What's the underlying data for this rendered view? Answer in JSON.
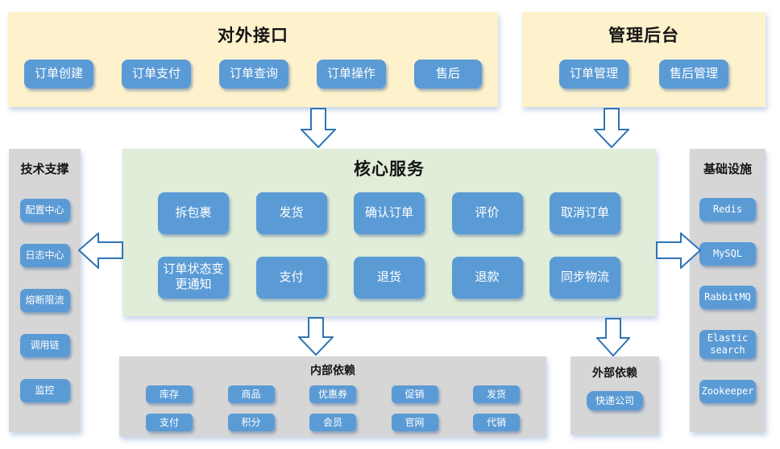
{
  "colors": {
    "panel_yellow": "#FDF2CC",
    "panel_green": "#E0EDD8",
    "panel_gray": "#D6D6D6",
    "button_blue": "#5B9BD5",
    "button_text": "#FFFFFF",
    "arrow_outline": "#2E74B5",
    "title_text": "#141414"
  },
  "panels": {
    "external_api": {
      "title": "对外接口",
      "buttons": [
        "订单创建",
        "订单支付",
        "订单查询",
        "订单操作",
        "售后"
      ]
    },
    "admin": {
      "title": "管理后台",
      "buttons": [
        "订单管理",
        "售后管理"
      ]
    },
    "core": {
      "title": "核心服务",
      "rows": [
        [
          "拆包裹",
          "发货",
          "确认订单",
          "评价",
          "取消订单"
        ],
        [
          "订单状态变更通知",
          "支付",
          "退货",
          "退款",
          "同步物流"
        ]
      ]
    },
    "tech_support": {
      "title": "技术支撑",
      "buttons": [
        "配置中心",
        "日志中心",
        "熔断限流",
        "调用链",
        "监控"
      ]
    },
    "infrastructure": {
      "title": "基础设施",
      "buttons": [
        "Redis",
        "MySQL",
        "RabbitMQ",
        "Elastic search",
        "Zookeeper"
      ]
    },
    "internal_deps": {
      "title": "内部依赖",
      "rows": [
        [
          "库存",
          "商品",
          "优惠券",
          "促销",
          "发货"
        ],
        [
          "支付",
          "积分",
          "会员",
          "官网",
          "代销"
        ]
      ]
    },
    "external_deps": {
      "title": "外部依赖",
      "buttons": [
        "快递公司"
      ]
    }
  }
}
